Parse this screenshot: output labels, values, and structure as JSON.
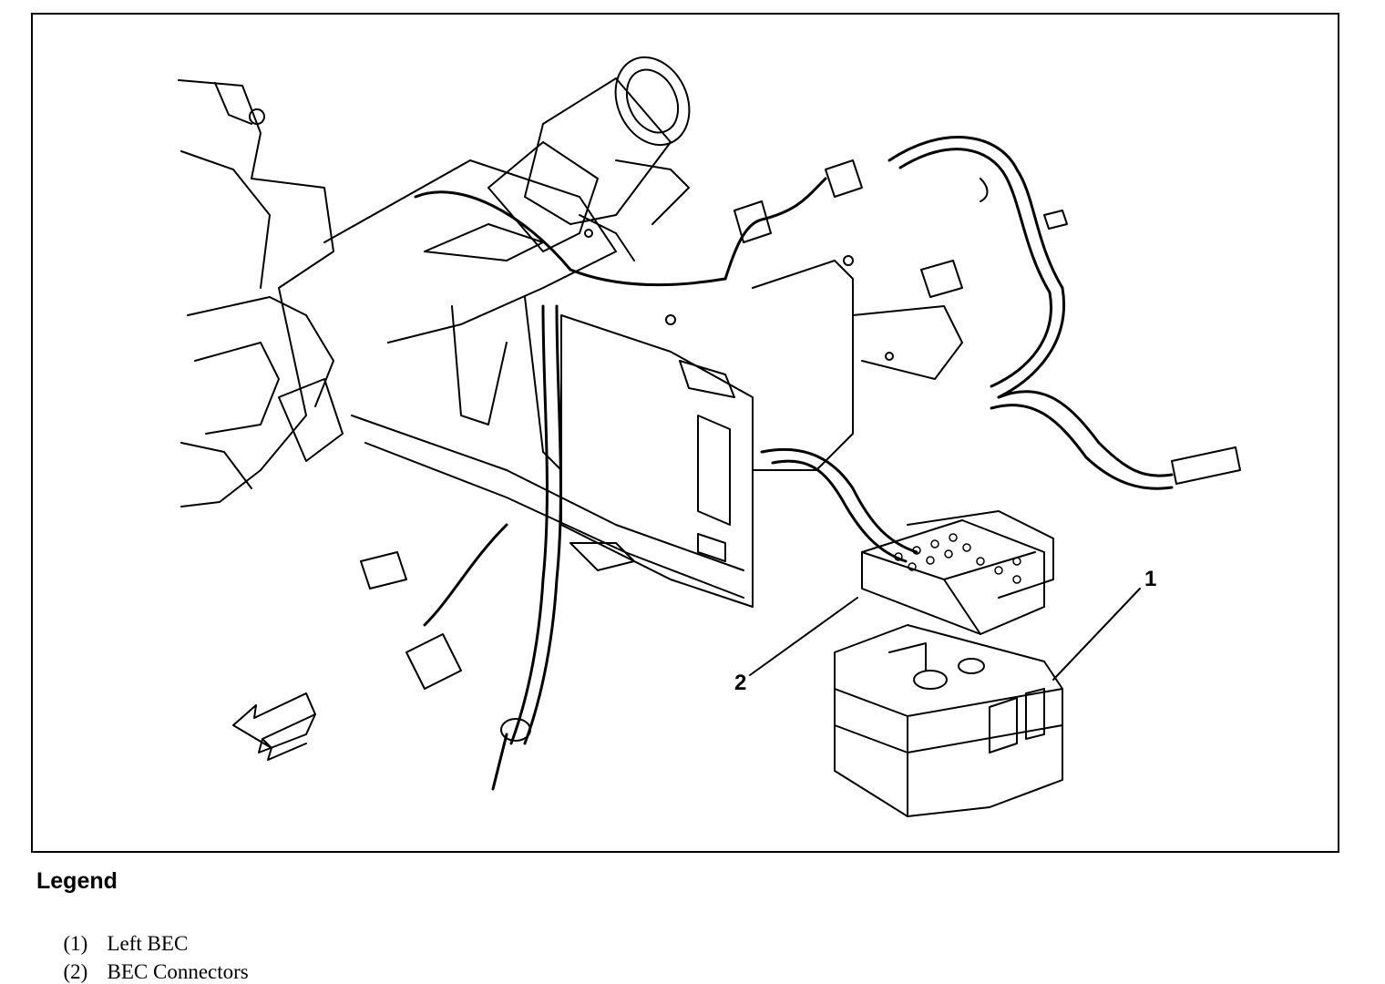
{
  "callouts": [
    {
      "number": "1",
      "target": "left-bec"
    },
    {
      "number": "2",
      "target": "bec-connectors"
    }
  ],
  "legend": {
    "title": "Legend",
    "items": [
      {
        "num": "(1)",
        "label": "Left BEC"
      },
      {
        "num": "(2)",
        "label": "BEC Connectors"
      }
    ]
  },
  "colors": {
    "line": "#000000",
    "background": "#ffffff"
  }
}
